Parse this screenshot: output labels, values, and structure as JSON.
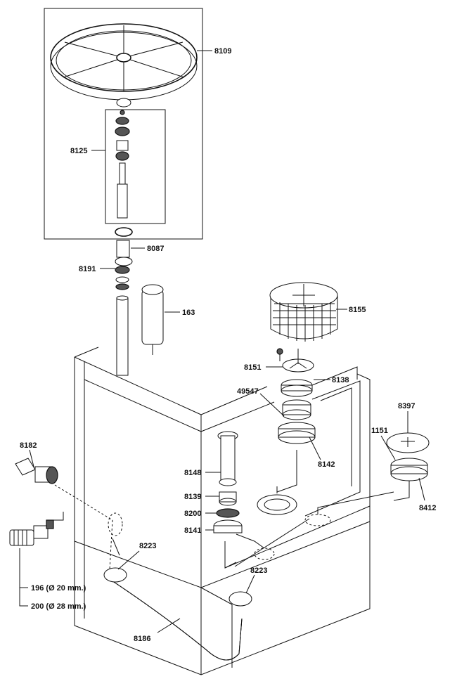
{
  "labels": {
    "p8109": "8109",
    "p8125": "8125",
    "p8087": "8087",
    "p8191": "8191",
    "p163": "163",
    "p8155": "8155",
    "p8151": "8151",
    "p8138": "8138",
    "p49547": "49547",
    "p8142": "8142",
    "p8397": "8397",
    "p1151": "1151",
    "p8412": "8412",
    "p8182": "8182",
    "p8148": "8148",
    "p8139": "8139",
    "p8200": "8200",
    "p8141": "8141",
    "p8223a": "8223",
    "p8223b": "8223",
    "p196": "196 (Ø 20 mm.)",
    "p200": "200 (Ø 28 mm.)",
    "p8186": "8186"
  }
}
